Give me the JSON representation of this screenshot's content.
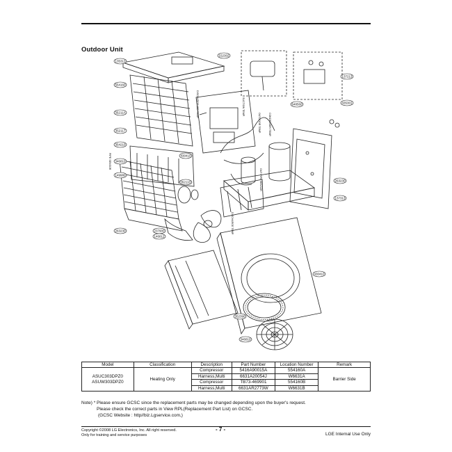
{
  "section_title": "Outdoor Unit",
  "diagram": {
    "labels": {
      "l1": "135313",
      "l2": "554160",
      "l3": "35211A",
      "l4": "352117",
      "l5": "354210",
      "l6": "346810",
      "l7": "149980",
      "l8": "263230",
      "l9": "237900",
      "l10": "430410",
      "l11": "35211D",
      "l12": "152302",
      "l13": "648560",
      "l14": "137213",
      "l15": "435301",
      "l16": "263230",
      "l17": "137313",
      "l18": "430410",
      "l19": "146812",
      "l20": "352390",
      "l21": "346810"
    },
    "annotations": {
      "discharge_mid": "DISCHARGE MID TEMP.",
      "suction_temp": "SUCTION TEMP.",
      "outdoor_temp": "OUTDOOR TEMP.",
      "condenser_temp": "CONDENSER TEMP.",
      "pipe_sensor": "PIPE SENSOR",
      "outdoor_pipe": "OUT PIPE SENSOR",
      "discharge": "DISCHARGE TEMP."
    }
  },
  "table": {
    "headers": [
      "Model",
      "Classification",
      "Description",
      "Part Number",
      "Location Number",
      "Remark"
    ],
    "models": [
      "ASUC303DPZ0",
      "ASUW303DPZ0"
    ],
    "classification": "Heating Only",
    "remark": "Barrier Side",
    "rows": [
      {
        "description": "Compressor",
        "part_number": "5416A90015A",
        "location": "554160A"
      },
      {
        "description": "Harness,Multi",
        "part_number": "6631A20054J",
        "location": "W6631A"
      },
      {
        "description": "Compressor",
        "part_number": "TB73-469901",
        "location": "554160B"
      },
      {
        "description": "Harness,Multi",
        "part_number": "6631AR2773W",
        "location": "W6631B"
      }
    ]
  },
  "notes": {
    "line1": "Note) * Please ensure GCSC since the replacement parts may be changed depending upon the buyer's request.",
    "line2": "Please check  the correct parts in View RPL(Replacement Part List) on GCSC.",
    "line3": "(GCSC Website : http//biz.Lgservice.com,)"
  },
  "footer": {
    "copyright": "Copyright ©2008 LG Electronics, Inc. All right reserved.",
    "training": "Only for training and service purposes",
    "page": "- 7 -",
    "internal": "LGE Internal Use Only"
  }
}
